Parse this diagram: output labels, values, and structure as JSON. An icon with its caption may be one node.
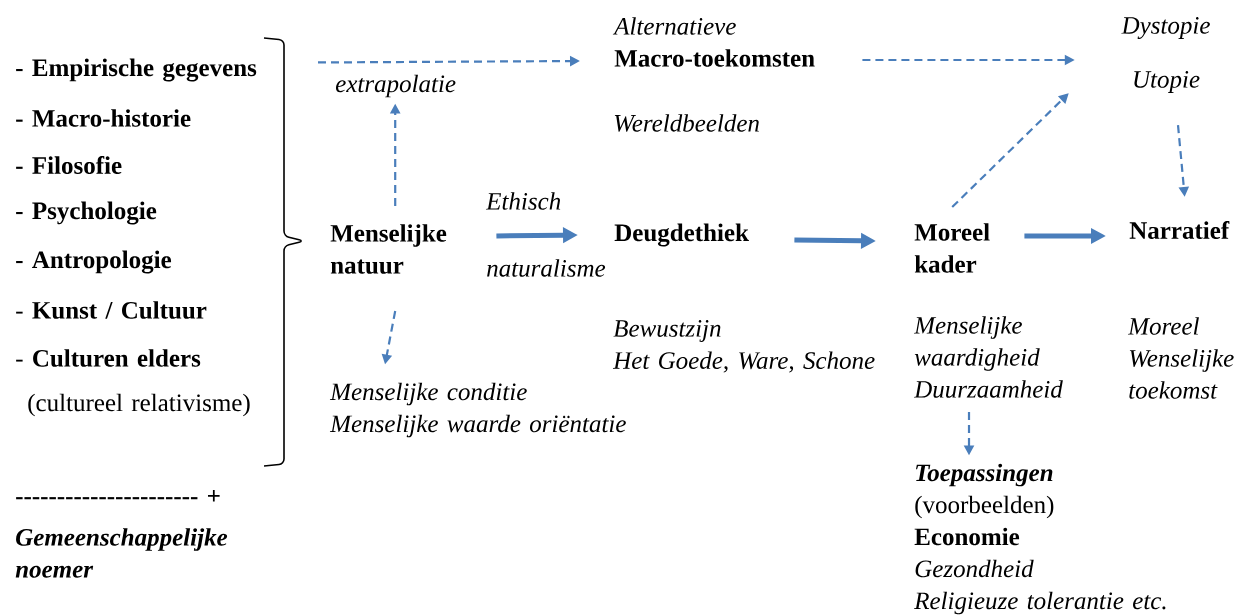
{
  "diagram": {
    "nodes": [
      {
        "text": [
          "Menselijke natuur"
        ]
      },
      {
        "text": [
          "extrapolatie"
        ]
      },
      {
        "text": [
          "Alternatieve",
          "Macro-toekomsten"
        ]
      },
      {
        "text": [
          "Dystopie",
          "Utopie"
        ]
      },
      {
        "text": [
          "Deugdethiek"
        ]
      },
      {
        "text": [
          "Moreel kader"
        ]
      },
      {
        "text": [
          "Narratief"
        ]
      },
      {
        "text": [
          "Menselijke conditie",
          "Menselijke waarde oriëntatie"
        ]
      },
      {
        "text": [
          "Menselijke waardigheid",
          "Duurzaamheid"
        ]
      },
      {
        "text": [
          "Toepassingen",
          "(voorbeelden)",
          "Economie",
          "Gezondheid",
          "Religieuze tolerantie etc."
        ]
      }
    ],
    "edges": [
      {
        "from": 0,
        "to": 1,
        "arrow": "to",
        "style": "dashed"
      },
      {
        "from": 1,
        "to": 2,
        "arrow": "to",
        "style": "dashed"
      },
      {
        "from": 2,
        "to": 3,
        "arrow": "to",
        "style": "dashed"
      },
      {
        "from": 5,
        "to": 3,
        "arrow": "to",
        "style": "dashed"
      },
      {
        "from": 3,
        "to": 6,
        "arrow": "to",
        "style": "dashed"
      },
      {
        "from": 0,
        "to": 4,
        "arrow": "to",
        "style": "thick"
      },
      {
        "from": 4,
        "to": 5,
        "arrow": "to",
        "style": "thick"
      },
      {
        "from": 5,
        "to": 6,
        "arrow": "to",
        "style": "thick"
      },
      {
        "from": 0,
        "to": 7,
        "arrow": "to",
        "style": "dashed"
      },
      {
        "from": 8,
        "to": 9,
        "arrow": "to",
        "style": "dashed"
      }
    ],
    "labels": [
      "- Empirische gegevens",
      "- Macro-historie",
      "- Filosofie",
      "- Psychologie",
      "- Antropologie",
      "- **Kunst / Cultuur**",
      "- **Culturen elders**",
      "(cultureel relativisme)",
      "Wereldbeelden",
      "Ethisch",
      "naturalisme",
      "Bewustzijn",
      "Het Goede, Ware, Schone",
      "Moreel Wenselijke toekomst",
      "---------------------- +",
      "Gemeenschappelijke noemer"
    ]
  }
}
